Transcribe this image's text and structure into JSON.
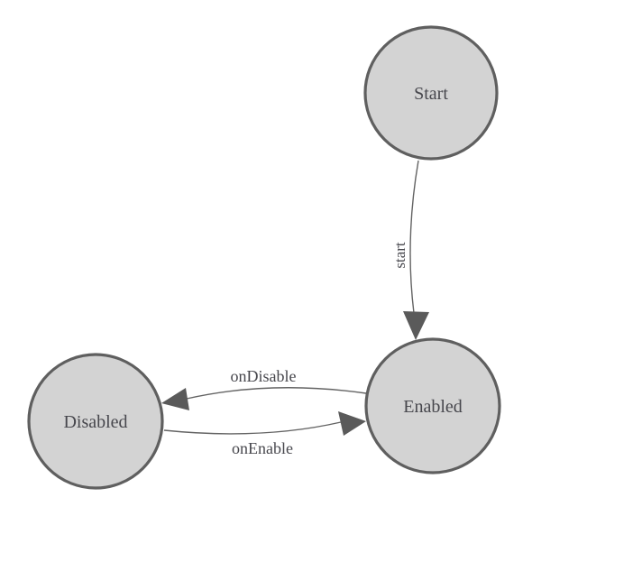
{
  "diagram": {
    "type": "state-machine",
    "background_color": "#ffffff",
    "node_fill_color": "#d3d3d3",
    "node_stroke_color": "#5f5f5f",
    "edge_color": "#636363",
    "arrow_color": "#5a5a5a",
    "label_color": "#47474d",
    "nodes": [
      {
        "id": "start",
        "label": "Start"
      },
      {
        "id": "enabled",
        "label": "Enabled"
      },
      {
        "id": "disabled",
        "label": "Disabled"
      }
    ],
    "edges": [
      {
        "from": "Start",
        "to": "Enabled",
        "label": "start"
      },
      {
        "from": "Enabled",
        "to": "Disabled",
        "label": "onDisable"
      },
      {
        "from": "Disabled",
        "to": "Enabled",
        "label": "onEnable"
      }
    ]
  }
}
